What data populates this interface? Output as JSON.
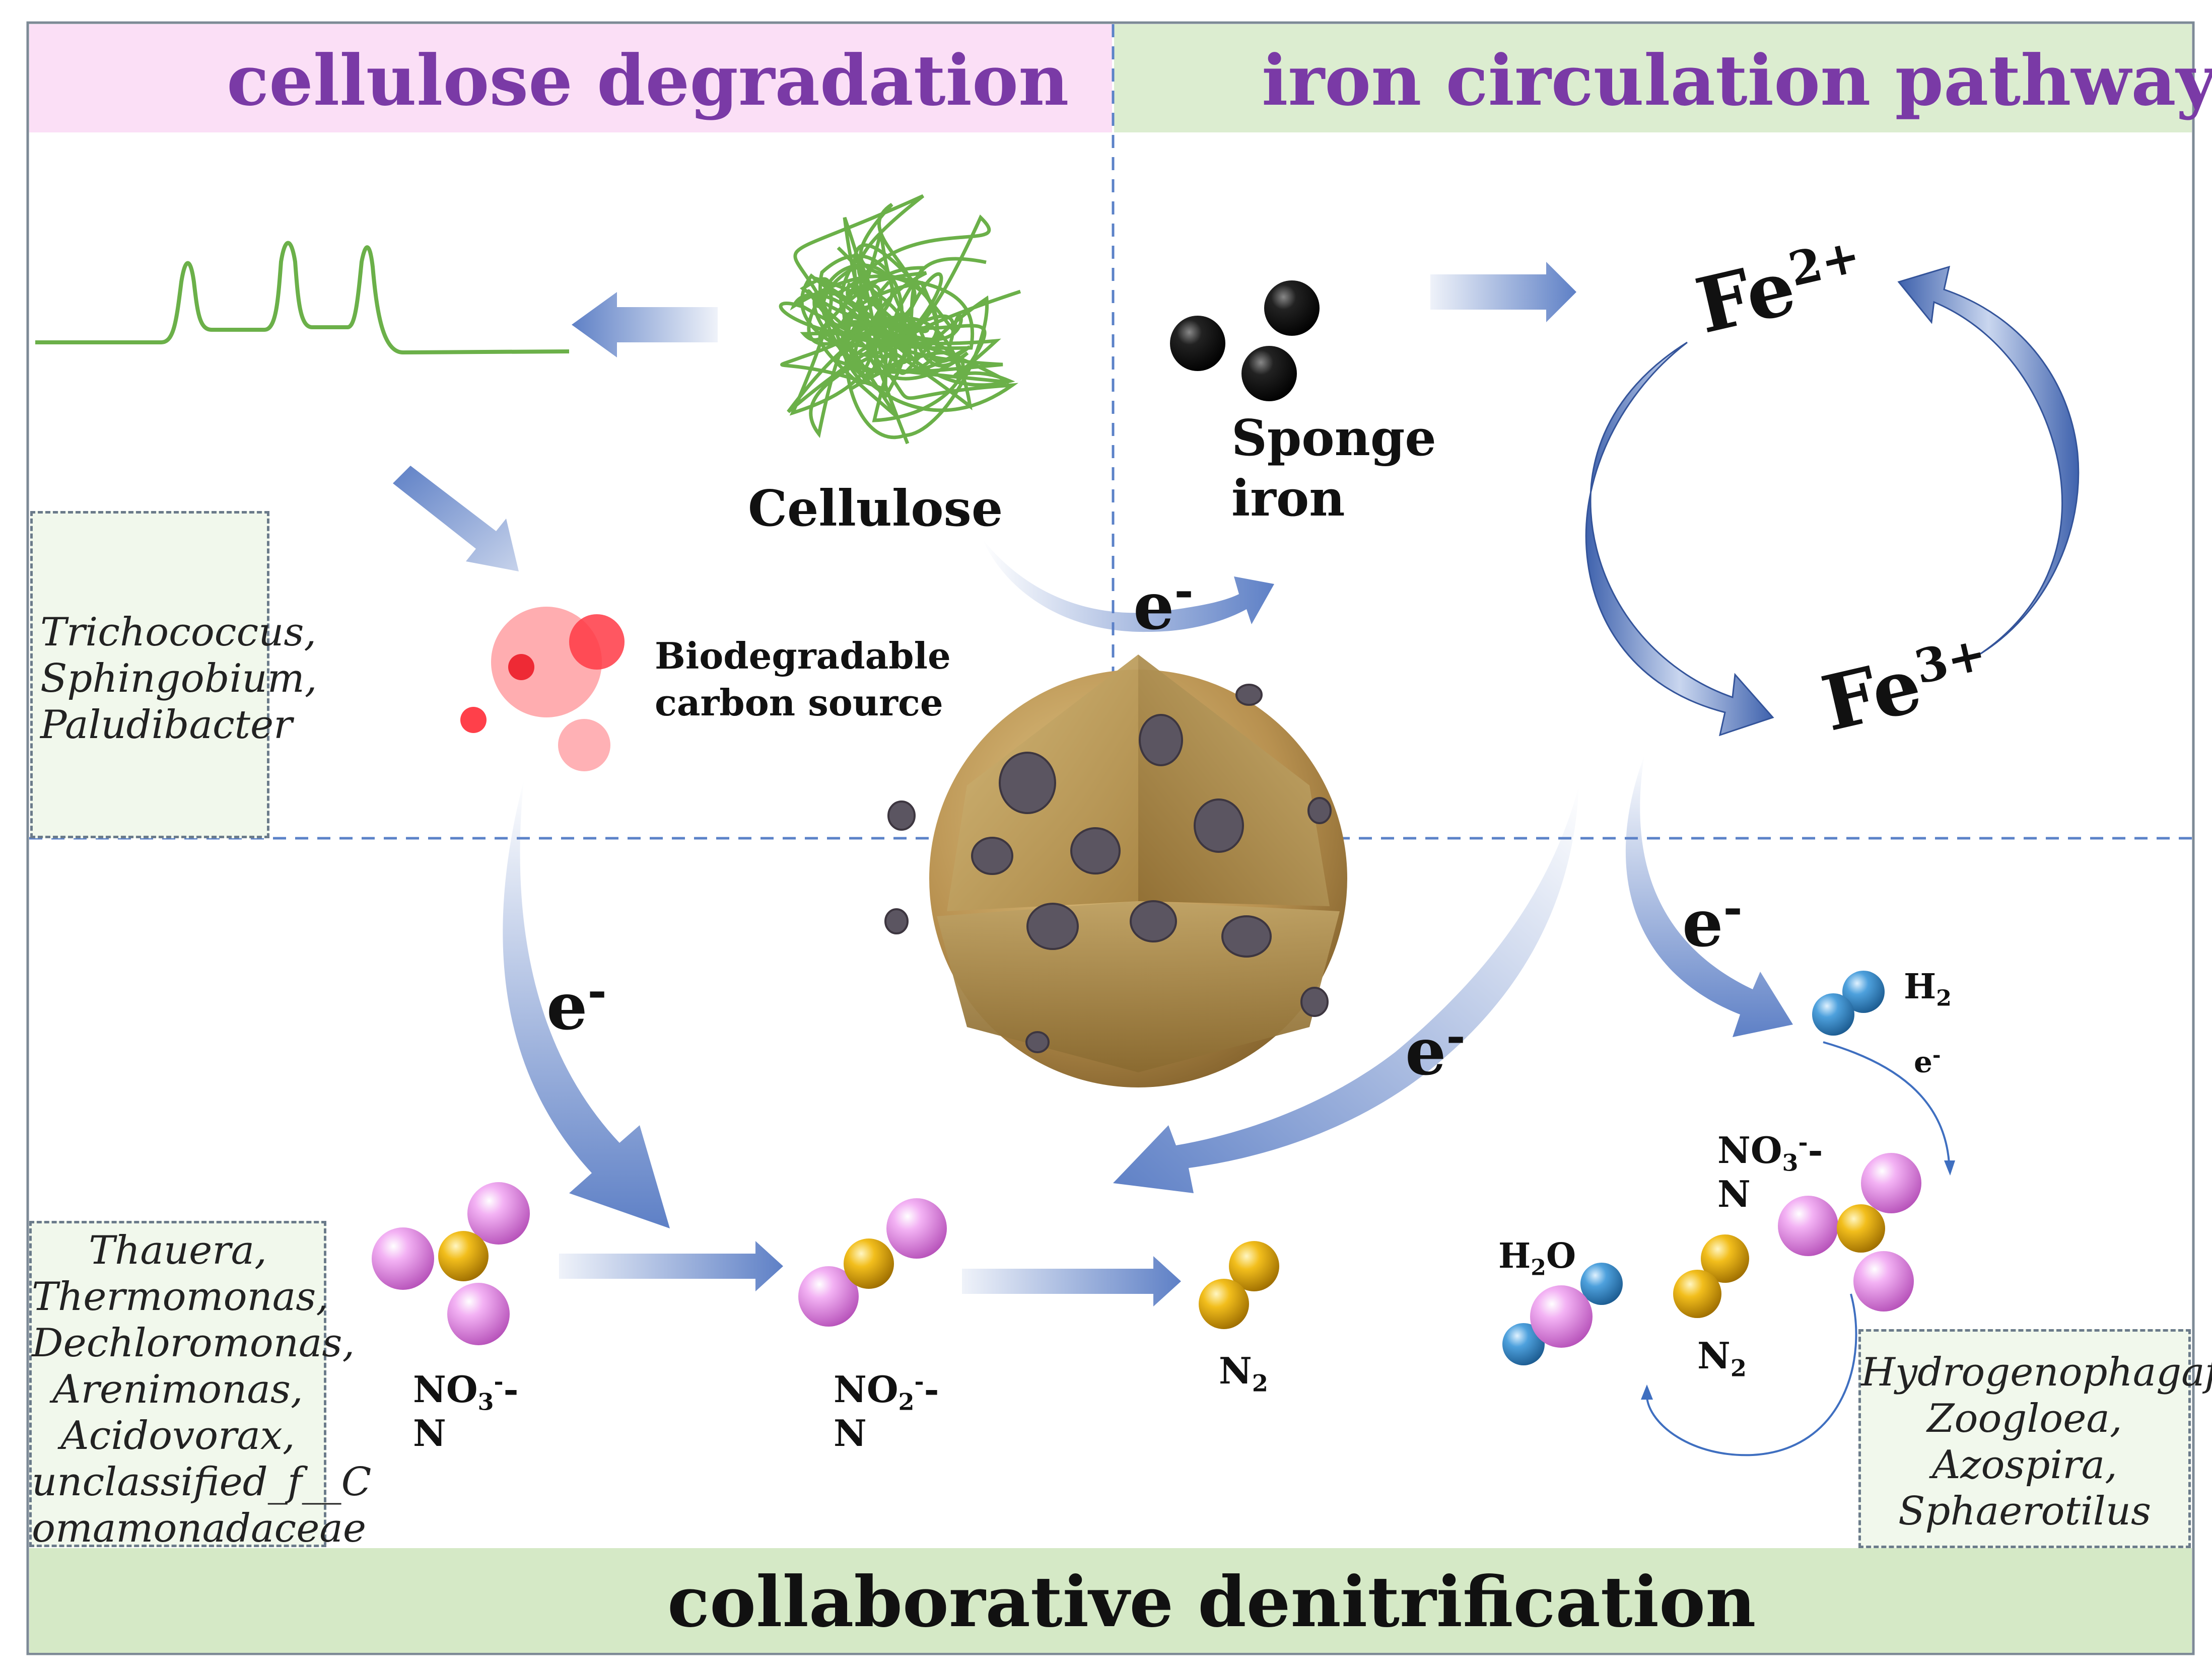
{
  "panels": {
    "cellulose": {
      "title": "cellulose degradation",
      "header_color": "#fbdff6"
    },
    "iron": {
      "title": "iron circulation pathway",
      "header_color": "#dcedd0"
    },
    "footer": {
      "title": "collaborative denitrification",
      "color": "#d5e9c6"
    }
  },
  "labels": {
    "cellulose": "Cellulose",
    "carbon_source_line1": "Biodegradable",
    "carbon_source_line2": "carbon source",
    "sponge_line1": "Sponge",
    "sponge_line2": "iron",
    "fe2": "Fe",
    "fe2_sup": "2+",
    "fe3": "Fe",
    "fe3_sup": "3+",
    "electron": "e",
    "electron_sup": "-",
    "h2": "H",
    "h2_sub": "2",
    "h2o_a": "H",
    "h2o_sub": "2",
    "h2o_b": "O",
    "no3_a": "NO",
    "no3_sub": "3",
    "no3_sup": "-",
    "no3_b": "-",
    "no3_c": "N",
    "no2_a": "NO",
    "no2_sub": "2",
    "no2_sup": "-",
    "no2_b": "-",
    "no2_c": "N",
    "n2_a": "N",
    "n2_sub": "2"
  },
  "species": {
    "degraders": [
      "Trichococcus,",
      "Sphingobium,",
      "Paludibacter"
    ],
    "denitrifiers": [
      "Thauera,",
      "Thermomonas,",
      "Dechloromonas,",
      "Arenimonas,",
      "Acidovorax,",
      "unclassified_f__C",
      "omamonadaceae"
    ],
    "hydrogenotrophs": [
      "Hydrogenophagafen",
      "Zoogloea,",
      "Azospira,",
      "Sphaerotilus"
    ]
  },
  "colors": {
    "title_purple": "#7a3aa6",
    "arrow_blue": "#5e80c6",
    "cellulose_green": "#6bb049",
    "oxygen_pink": "#e38be6",
    "nitrogen_gold": "#e3a90c",
    "hydrogen_blue": "#3f8ccc",
    "carbon_red": "#ff5a60"
  },
  "icons": [
    "chromatogram-peaks",
    "cellulose-tangle",
    "carbon-source-bubbles",
    "sponge-iron-spheres",
    "bead-cross-section",
    "no3-molecule",
    "no2-molecule",
    "n2-molecule",
    "h2-molecule",
    "h2o-molecule"
  ]
}
